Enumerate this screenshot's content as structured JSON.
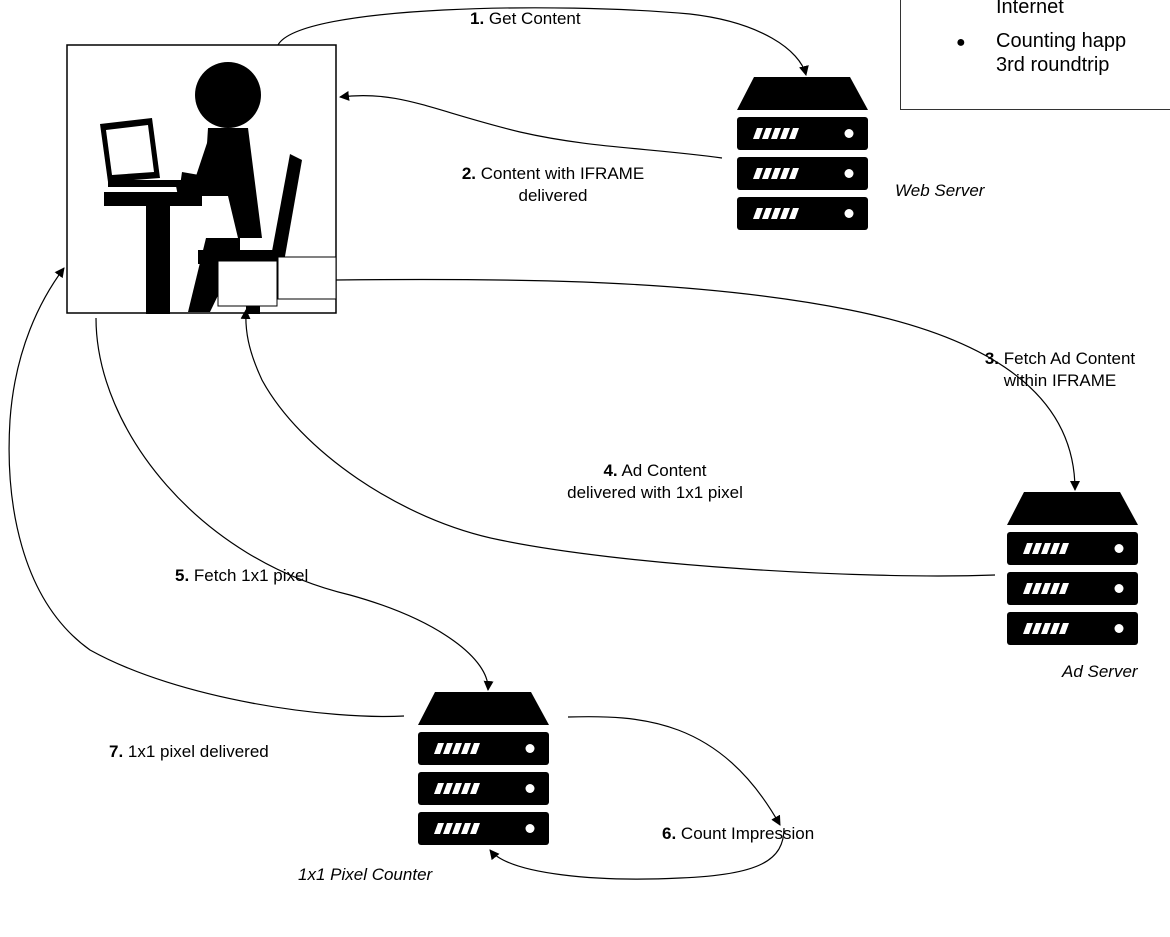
{
  "note": {
    "lines": [
      "Internet",
      "Counting happ",
      "3rd roundtrip"
    ],
    "bullet": "●"
  },
  "steps": [
    {
      "num": "1.",
      "text": "Get Content"
    },
    {
      "num": "2.",
      "text": "Content with IFRAME",
      "text2": "delivered"
    },
    {
      "num": "3.",
      "text": "Fetch Ad Content",
      "text2": "within IFRAME"
    },
    {
      "num": "4.",
      "text": "Ad Content",
      "text2": "delivered with 1x1 pixel"
    },
    {
      "num": "5.",
      "text": "Fetch 1x1 pixel"
    },
    {
      "num": "6.",
      "text": "Count Impression"
    },
    {
      "num": "7.",
      "text": "1x1 pixel delivered"
    }
  ],
  "servers": {
    "web": "Web Server",
    "ad": "Ad Server",
    "counter": "1x1 Pixel Counter"
  },
  "icons": {
    "user": "user-at-computer-icon",
    "server": "server-rack-icon"
  },
  "colors": {
    "ink": "#000000",
    "background": "#ffffff"
  }
}
